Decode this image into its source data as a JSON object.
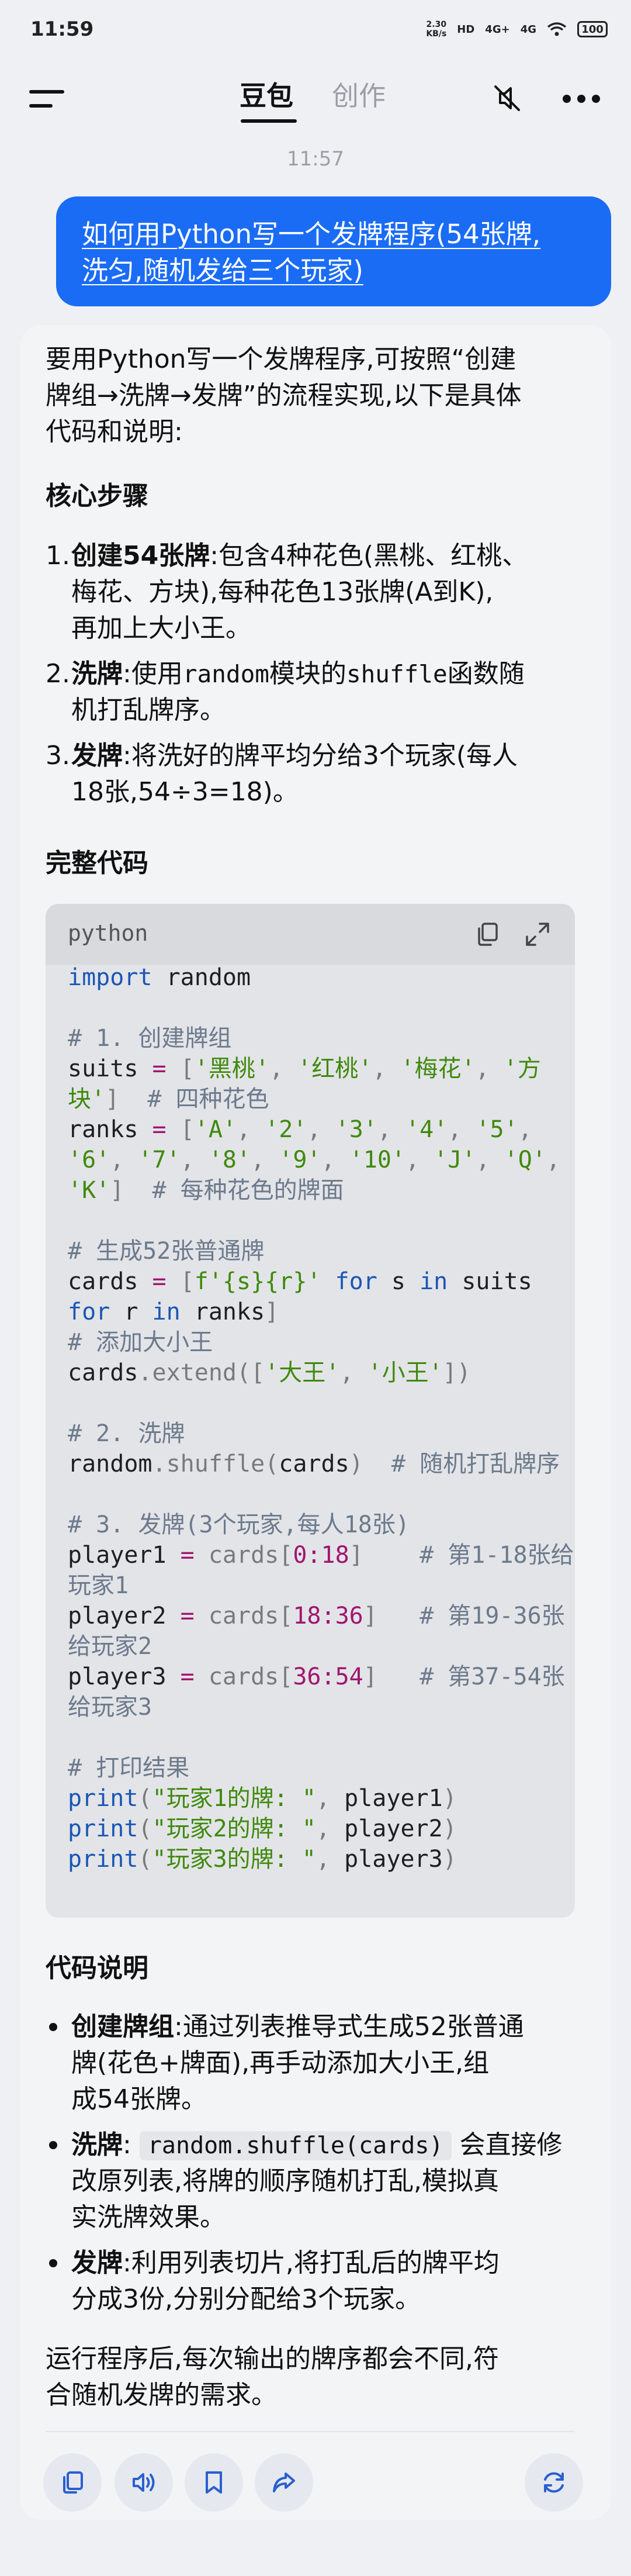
{
  "status_bar": {
    "time": "11:59",
    "net_speed": "2.30",
    "net_unit": "KB/s",
    "hd": "HD",
    "signal1": "4G+",
    "signal2": "4G",
    "battery": "100"
  },
  "header": {
    "tab_active": "豆包",
    "tab_inactive": "创作"
  },
  "message_time": "11:57",
  "user_message": {
    "line1": "如何用Python写一个发牌程序(54张牌,",
    "line2": "洗匀,随机发给三个玩家)"
  },
  "answer": {
    "intro_line1": "要用Python写一个发牌程序,可按照“创建",
    "intro_line2": "牌组→洗牌→发牌”的流程实现,以下是具体",
    "intro_line3": "代码和说明:",
    "section1_title": "核心步骤",
    "steps": [
      {
        "num": "1.",
        "bold": "创建54张牌",
        "line1": ":包含4种花色(黑桃、红桃、",
        "line2": "梅花、方块),每种花色13张牌(A到K),",
        "line3": "再加上大小王。"
      },
      {
        "num": "2.",
        "bold": "洗牌",
        "line1_a": ":使用",
        "code1": "random",
        "line1_b": "模块的",
        "code2": "shuffle",
        "line1_c": "函数随",
        "line2": "机打乱牌序。"
      },
      {
        "num": "3.",
        "bold": "发牌",
        "line1": ":将洗好的牌平均分给3个玩家(每人",
        "line2": "18张,54÷3=18)。"
      }
    ],
    "section2_title": "完整代码",
    "code_lang": "python",
    "section3_title": "代码说明",
    "bullets": [
      {
        "bold": "创建牌组",
        "line1": ":通过列表推导式生成52张普通",
        "line2": "牌(花色+牌面),再手动添加大小王,组",
        "line3": "成54张牌。"
      },
      {
        "bold": "洗牌",
        "line1_a": ":",
        "code": "random.shuffle(cards)",
        "line1_b": "会直接修",
        "line2": "改原列表,将牌的顺序随机打乱,模拟真",
        "line3": "实洗牌效果。"
      },
      {
        "bold": "发牌",
        "line1": ":利用列表切片,将打乱后的牌平均",
        "line2": "分成3份,分别分配给3个玩家。"
      }
    ],
    "outro_line1": "运行程序后,每次输出的牌序都会不同,符",
    "outro_line2": "合随机发牌的需求。"
  },
  "code": {
    "l1_kw": "import",
    "l1_rest": " random",
    "l3": "# 1. 创建牌组",
    "l4_a": "suits ",
    "l4_op": "=",
    "l4_b": " [",
    "l4_s1": "'黑桃'",
    "l4_s2": "'红桃'",
    "l4_s3": "'梅花'",
    "l4_s4a": "'方",
    "l5_s4b": "块'",
    "l5_b": "]",
    "l5_cm": "  # 四种花色",
    "l6_a": "ranks ",
    "l6_op": "=",
    "l6_b": " [",
    "l6_r1": "'A'",
    "l6_r2": "'2'",
    "l6_r3": "'3'",
    "l6_r4": "'4'",
    "l6_r5": "'5'",
    "l7_r6": "'6'",
    "l7_r7": "'7'",
    "l7_r8": "'8'",
    "l7_r9": "'9'",
    "l7_r10": "'10'",
    "l7_r11": "'J'",
    "l7_r12": "'Q'",
    "l8_r13": "'K'",
    "l8_b": "]",
    "l8_cm": "  # 每种花色的牌面",
    "l10": "# 生成52张普通牌",
    "l11_a": "cards ",
    "l11_op": "=",
    "l11_b": " [",
    "l11_f": "f'{s}{r}'",
    "l11_for": " for",
    "l11_c": " s ",
    "l11_in": "in",
    "l11_d": " suits",
    "l12_for": "for",
    "l12_a": " r ",
    "l12_in": "in",
    "l12_b": " ranks",
    "l12_c": "]",
    "l13": "# 添加大小王",
    "l14_a": "cards",
    "l14_b": ".extend([",
    "l14_s1": "'大王'",
    "l14_s2": "'小王'",
    "l14_c": "])",
    "l16": "# 2. 洗牌",
    "l17_a": "random",
    "l17_b": ".shuffle(",
    "l17_c": "cards",
    "l17_d": ")",
    "l17_cm": "  # 随机打乱牌序",
    "l19": "# 3. 发牌(3个玩家,每人18张)",
    "l20_a": "player1 ",
    "l20_op": "=",
    "l20_b": " cards[",
    "l20_n1": "0",
    "l20_n2": "18",
    "l20_c": "]",
    "l20_cm": "    # 第1-18张给",
    "l21_cm": "玩家1",
    "l22_a": "player2 ",
    "l22_op": "=",
    "l22_b": " cards[",
    "l22_n1": "18",
    "l22_n2": "36",
    "l22_c": "]",
    "l22_cm": "   # 第19-36张",
    "l23_cm": "给玩家2",
    "l24_a": "player3 ",
    "l24_op": "=",
    "l24_b": " cards[",
    "l24_n1": "36",
    "l24_n2": "54",
    "l24_c": "]",
    "l24_cm": "   # 第37-54张",
    "l25_cm": "给玩家3",
    "l27": "# 打印结果",
    "l28_kw": "print",
    "l28_s": "\"玩家1的牌: \"",
    "l28_v": " player1",
    "l29_kw": "print",
    "l29_s": "\"玩家2的牌: \"",
    "l29_v": " player2",
    "l30_kw": "print",
    "l30_s": "\"玩家3的牌: \"",
    "l30_v": " player3"
  },
  "icons": {
    "menu": "menu-icon",
    "mute": "speaker-mute-icon",
    "more": "more-icon",
    "copy": "copy-icon",
    "expand": "expand-icon",
    "read_aloud": "speaker-icon",
    "bookmark": "bookmark-icon",
    "share": "share-icon",
    "regenerate": "refresh-icon"
  },
  "colors": {
    "accent": "#1a6cf5",
    "card_bg": "#f3f4f6",
    "page_bg": "#eef0f4"
  }
}
